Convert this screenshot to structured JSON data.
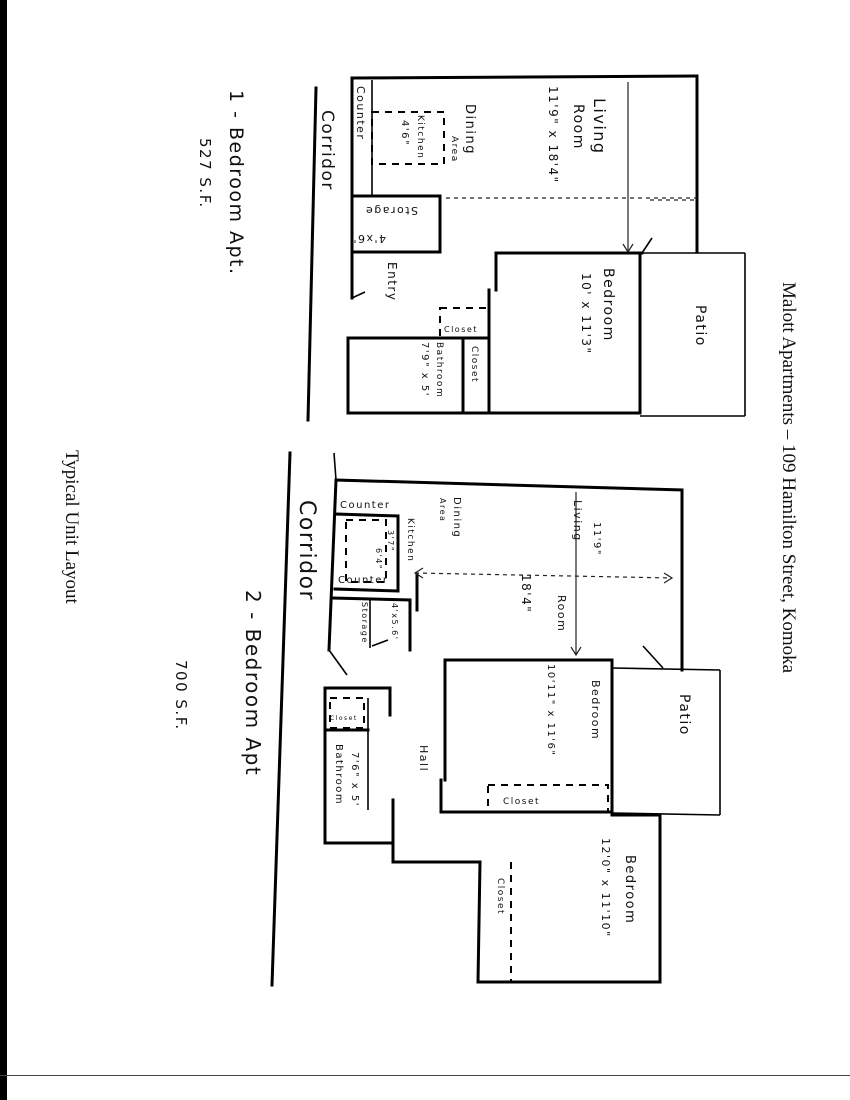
{
  "title": "Malott Apartments – 109 Hamilton Street, Komoka",
  "caption": "Typical Unit Layout",
  "unit1": {
    "name": "1 - Bedroom Apt.",
    "area": "527 S.F.",
    "corridor": "Corridor",
    "counter": "Counter",
    "kitchen": "Kitchen",
    "kitchen_size": "4'6\"",
    "dining": "Dining",
    "dining_area": "Area",
    "living": "Living",
    "living_room": "Room",
    "living_size": "11'9\" x 18'4\"",
    "storage": "Storage",
    "storage_size": "4'x6'",
    "entry": "Entry",
    "closet_a": "Closet",
    "bathroom": "Bathroom",
    "bathroom_size": "7'9\" x 5'",
    "closet_b": "Closet",
    "bedroom": "Bedroom",
    "bedroom_size": "10' x 11'3\"",
    "patio": "Patio"
  },
  "unit2": {
    "name": "2 - Bedroom Apt",
    "area": "700 S.F.",
    "corridor": "Corridor",
    "counter_top": "Counter",
    "dining": "Dining",
    "dining_area": "Area",
    "living": "Living",
    "living_width": "11'9\"",
    "kitchen": "Kitchen",
    "kitchen_size_a": "3'7\"",
    "kitchen_size_b": "6'4\"",
    "counter_bottom": "Counter",
    "living_length": "18'4\"",
    "room": "Room",
    "storage": "Storage",
    "storage_size": "4'x5.6'",
    "bedroom1": "Bedroom",
    "bedroom1_size": "10'11\" x 11'6\"",
    "patio": "Patio",
    "closet_small": "Closet",
    "hall": "Hall",
    "bathroom": "Bathroom",
    "bathroom_size": "7'6\" x 5'",
    "closet_bed1": "Closet",
    "bedroom2": "Bedroom",
    "bedroom2_size": "12'0\" x 11'10\"",
    "closet_bed2": "Closet"
  }
}
